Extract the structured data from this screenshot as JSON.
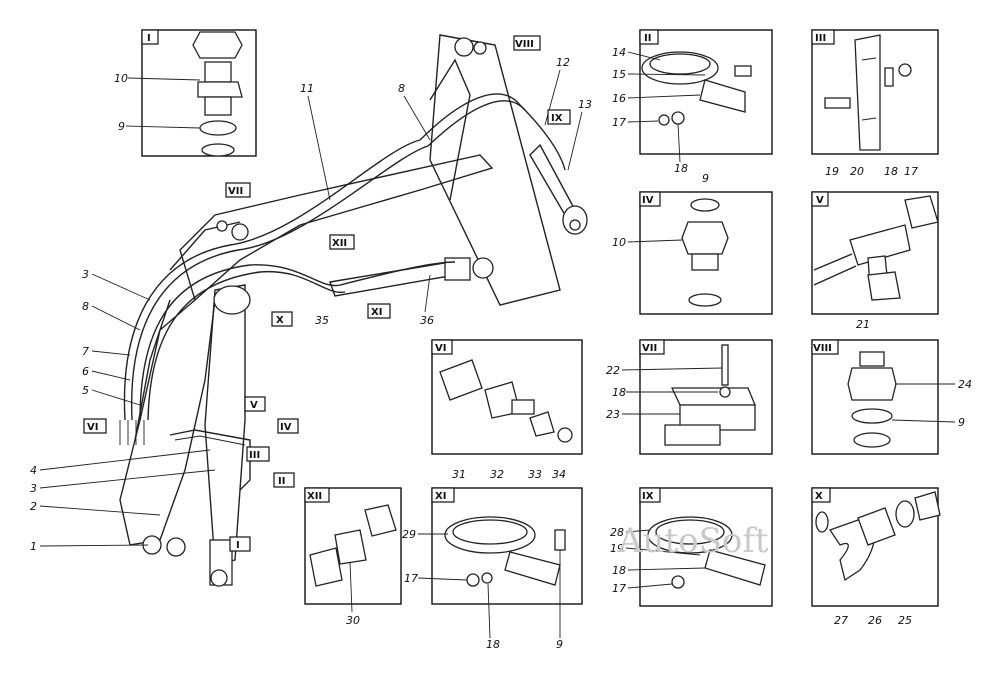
{
  "diagram": {
    "watermark": "AutoSoft",
    "callouts": {
      "c1": "1",
      "c2": "2",
      "c3a": "3",
      "c3b": "3",
      "c4": "4",
      "c5": "5",
      "c6": "6",
      "c7": "7",
      "c8a": "8",
      "c8b": "8",
      "c11": "11",
      "c12": "12",
      "c13": "13",
      "c35": "35",
      "c36": "36"
    },
    "main_tags": {
      "I": "I",
      "II": "II",
      "III": "III",
      "IV": "IV",
      "V": "V",
      "VI": "VI",
      "VII": "VII",
      "VIII": "VIII",
      "IX": "IX",
      "X": "X",
      "XI": "XI",
      "XII": "XII"
    },
    "panels": {
      "I": {
        "title": "I",
        "labels": [
          "10",
          "9"
        ]
      },
      "II": {
        "title": "II",
        "labels": [
          "14",
          "15",
          "16",
          "17",
          "18"
        ]
      },
      "III": {
        "title": "III",
        "labels": [
          "19",
          "20",
          "18",
          "17"
        ]
      },
      "IV": {
        "title": "IV",
        "labels": [
          "9",
          "10"
        ]
      },
      "V": {
        "title": "V",
        "labels": [
          "21"
        ]
      },
      "VI": {
        "title": "VI",
        "labels": [
          "31",
          "32",
          "33",
          "34"
        ]
      },
      "VII": {
        "title": "VII",
        "labels": [
          "22",
          "18",
          "23"
        ]
      },
      "VIII": {
        "title": "VIII",
        "labels": [
          "24",
          "9"
        ]
      },
      "IX": {
        "title": "IX",
        "labels": [
          "28",
          "19",
          "18",
          "17"
        ]
      },
      "X": {
        "title": "X",
        "labels": [
          "27",
          "26",
          "25"
        ]
      },
      "XI": {
        "title": "XI",
        "labels": [
          "29",
          "17",
          "18",
          "9"
        ]
      },
      "XII": {
        "title": "XII",
        "labels": [
          "30"
        ]
      }
    }
  }
}
